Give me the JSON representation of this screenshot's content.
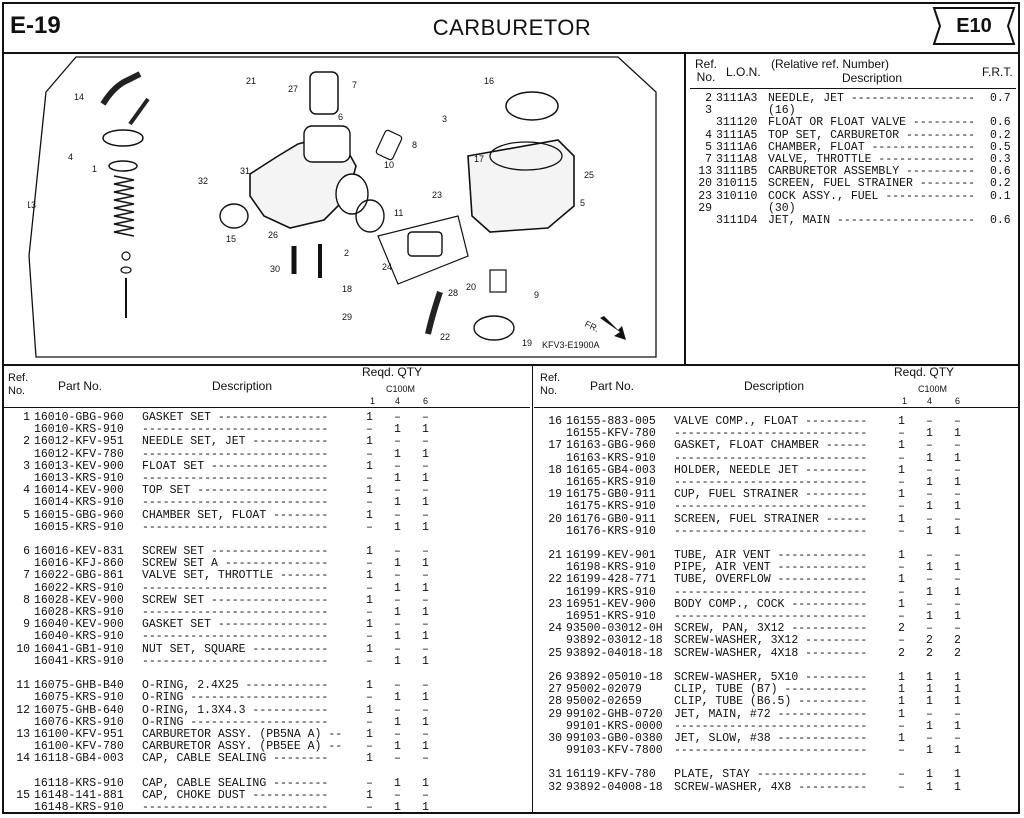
{
  "header": {
    "page_number": "E-19",
    "title": "CARBURETOR",
    "section_badge": "E10"
  },
  "ref_list": {
    "headers": {
      "ref": "Ref.\nNo.",
      "lon": "L.O.N.",
      "relative": "(Relative ref. Number)",
      "description": "Description",
      "frt": "F.R.T."
    },
    "rows": [
      {
        "ref": "2",
        "lon": "3111A3",
        "desc": "NEEDLE, JET ------------------",
        "frt": "0.7"
      },
      {
        "ref": "3",
        "lon": "",
        "desc": "(16)",
        "frt": ""
      },
      {
        "ref": "",
        "lon": "311120",
        "desc": "FLOAT OR FLOAT VALVE ---------",
        "frt": "0.6"
      },
      {
        "ref": "4",
        "lon": "3111A5",
        "desc": "TOP SET, CARBURETOR ----------",
        "frt": "0.2"
      },
      {
        "ref": "5",
        "lon": "3111A6",
        "desc": "CHAMBER, FLOAT ---------------",
        "frt": "0.5"
      },
      {
        "ref": "7",
        "lon": "3111A8",
        "desc": "VALVE, THROTTLE --------------",
        "frt": "0.3"
      },
      {
        "ref": "13",
        "lon": "3111B5",
        "desc": "CARBURETOR ASSEMBLY ----------",
        "frt": "0.6"
      },
      {
        "ref": "20",
        "lon": "310115",
        "desc": "SCREEN, FUEL STRAINER --------",
        "frt": "0.2"
      },
      {
        "ref": "23",
        "lon": "310110",
        "desc": "COCK ASSY., FUEL -------------",
        "frt": "0.1"
      },
      {
        "ref": "29",
        "lon": "",
        "desc": "(30)",
        "frt": ""
      },
      {
        "ref": "",
        "lon": "3111D4",
        "desc": "JET, MAIN --------------------",
        "frt": "0.6"
      }
    ]
  },
  "diagram": {
    "figure_code": "KFV3-E1900A",
    "fr_label": "FR.",
    "callouts": [
      "1",
      "2",
      "3",
      "4",
      "5",
      "6",
      "7",
      "8",
      "9",
      "10",
      "11",
      "13",
      "14",
      "15",
      "16",
      "17",
      "18",
      "19",
      "20",
      "21",
      "22",
      "23",
      "24",
      "25",
      "26",
      "27",
      "28",
      "29",
      "30",
      "31",
      "32"
    ]
  },
  "parts_headers": {
    "ref": "Ref.\nNo.",
    "part_no": "Part No.",
    "description": "Description",
    "reqd_qty": "Reqd. QTY",
    "model": "C100M",
    "col1": "1",
    "col4": "4",
    "col6": "6"
  },
  "parts_left": [
    {
      "ref": "1",
      "part": "16010-GBG-960",
      "desc": "GASKET SET ----------------",
      "q1": "1",
      "q4": "–",
      "q6": "–"
    },
    {
      "ref": "",
      "part": "16010-KRS-910",
      "desc": "---------------------------",
      "q1": "–",
      "q4": "1",
      "q6": "1"
    },
    {
      "ref": "2",
      "part": "16012-KFV-951",
      "desc": "NEEDLE SET, JET -----------",
      "q1": "1",
      "q4": "–",
      "q6": "–"
    },
    {
      "ref": "",
      "part": "16012-KFV-780",
      "desc": "---------------------------",
      "q1": "–",
      "q4": "1",
      "q6": "1"
    },
    {
      "ref": "3",
      "part": "16013-KEV-900",
      "desc": "FLOAT SET -----------------",
      "q1": "1",
      "q4": "–",
      "q6": "–"
    },
    {
      "ref": "",
      "part": "16013-KRS-910",
      "desc": "---------------------------",
      "q1": "–",
      "q4": "1",
      "q6": "1"
    },
    {
      "ref": "4",
      "part": "16014-KEV-900",
      "desc": "TOP SET -------------------",
      "q1": "1",
      "q4": "–",
      "q6": "–"
    },
    {
      "ref": "",
      "part": "16014-KRS-910",
      "desc": "---------------------------",
      "q1": "–",
      "q4": "1",
      "q6": "1"
    },
    {
      "ref": "5",
      "part": "16015-GBG-960",
      "desc": "CHAMBER SET, FLOAT --------",
      "q1": "1",
      "q4": "–",
      "q6": "–"
    },
    {
      "ref": "",
      "part": "16015-KRS-910",
      "desc": "---------------------------",
      "q1": "–",
      "q4": "1",
      "q6": "1"
    },
    {
      "ref": "",
      "part": "",
      "desc": "",
      "q1": "",
      "q4": "",
      "q6": ""
    },
    {
      "ref": "6",
      "part": "16016-KEV-831",
      "desc": "SCREW SET -----------------",
      "q1": "1",
      "q4": "–",
      "q6": "–"
    },
    {
      "ref": "",
      "part": "16016-KFJ-860",
      "desc": "SCREW SET A ---------------",
      "q1": "–",
      "q4": "1",
      "q6": "1"
    },
    {
      "ref": "7",
      "part": "16022-GBG-861",
      "desc": "VALVE SET, THROTTLE -------",
      "q1": "1",
      "q4": "–",
      "q6": "–"
    },
    {
      "ref": "",
      "part": "16022-KRS-910",
      "desc": "---------------------------",
      "q1": "–",
      "q4": "1",
      "q6": "1"
    },
    {
      "ref": "8",
      "part": "16028-KEV-900",
      "desc": "SCREW SET -----------------",
      "q1": "1",
      "q4": "–",
      "q6": "–"
    },
    {
      "ref": "",
      "part": "16028-KRS-910",
      "desc": "---------------------------",
      "q1": "–",
      "q4": "1",
      "q6": "1"
    },
    {
      "ref": "9",
      "part": "16040-KEV-900",
      "desc": "GASKET SET ----------------",
      "q1": "1",
      "q4": "–",
      "q6": "–"
    },
    {
      "ref": "",
      "part": "16040-KRS-910",
      "desc": "---------------------------",
      "q1": "–",
      "q4": "1",
      "q6": "1"
    },
    {
      "ref": "10",
      "part": "16041-GB1-910",
      "desc": "NUT SET, SQUARE -----------",
      "q1": "1",
      "q4": "–",
      "q6": "–"
    },
    {
      "ref": "",
      "part": "16041-KRS-910",
      "desc": "---------------------------",
      "q1": "–",
      "q4": "1",
      "q6": "1"
    },
    {
      "ref": "",
      "part": "",
      "desc": "",
      "q1": "",
      "q4": "",
      "q6": ""
    },
    {
      "ref": "11",
      "part": "16075-GHB-B40",
      "desc": "O-RING, 2.4X25 ------------",
      "q1": "1",
      "q4": "–",
      "q6": "–"
    },
    {
      "ref": "",
      "part": "16075-KRS-910",
      "desc": "O-RING --------------------",
      "q1": "–",
      "q4": "1",
      "q6": "1"
    },
    {
      "ref": "12",
      "part": "16075-GHB-640",
      "desc": "O-RING, 1.3X4.3 -----------",
      "q1": "1",
      "q4": "–",
      "q6": "–"
    },
    {
      "ref": "",
      "part": "16076-KRS-910",
      "desc": "O-RING --------------------",
      "q1": "–",
      "q4": "1",
      "q6": "1"
    },
    {
      "ref": "13",
      "part": "16100-KFV-951",
      "desc": "CARBURETOR ASSY. (PB5NA A) --",
      "q1": "1",
      "q4": "–",
      "q6": "–"
    },
    {
      "ref": "",
      "part": "16100-KFV-780",
      "desc": "CARBURETOR ASSY. (PB5EE A) --",
      "q1": "–",
      "q4": "1",
      "q6": "1"
    },
    {
      "ref": "14",
      "part": "16118-GB4-003",
      "desc": "CAP, CABLE SEALING --------",
      "q1": "1",
      "q4": "–",
      "q6": "–"
    },
    {
      "ref": "",
      "part": "",
      "desc": "",
      "q1": "",
      "q4": "",
      "q6": ""
    },
    {
      "ref": "",
      "part": "16118-KRS-910",
      "desc": "CAP, CABLE SEALING --------",
      "q1": "–",
      "q4": "1",
      "q6": "1"
    },
    {
      "ref": "15",
      "part": "16148-141-881",
      "desc": "CAP, CHOKE DUST -----------",
      "q1": "1",
      "q4": "–",
      "q6": "–"
    },
    {
      "ref": "",
      "part": "16148-KRS-910",
      "desc": "---------------------------",
      "q1": "–",
      "q4": "1",
      "q6": "1"
    }
  ],
  "parts_right": [
    {
      "ref": "16",
      "part": "16155-883-005",
      "desc": "VALVE COMP., FLOAT ---------",
      "q1": "1",
      "q4": "–",
      "q6": "–"
    },
    {
      "ref": "",
      "part": "16155-KFV-780",
      "desc": "----------------------------",
      "q1": "–",
      "q4": "1",
      "q6": "1"
    },
    {
      "ref": "17",
      "part": "16163-GBG-960",
      "desc": "GASKET, FLOAT CHAMBER ------",
      "q1": "1",
      "q4": "–",
      "q6": "–"
    },
    {
      "ref": "",
      "part": "16163-KRS-910",
      "desc": "----------------------------",
      "q1": "–",
      "q4": "1",
      "q6": "1"
    },
    {
      "ref": "18",
      "part": "16165-GB4-003",
      "desc": "HOLDER, NEEDLE JET ---------",
      "q1": "1",
      "q4": "–",
      "q6": "–"
    },
    {
      "ref": "",
      "part": "16165-KRS-910",
      "desc": "----------------------------",
      "q1": "–",
      "q4": "1",
      "q6": "1"
    },
    {
      "ref": "19",
      "part": "16175-GB0-911",
      "desc": "CUP, FUEL STRAINER ---------",
      "q1": "1",
      "q4": "–",
      "q6": "–"
    },
    {
      "ref": "",
      "part": "16175-KRS-910",
      "desc": "----------------------------",
      "q1": "–",
      "q4": "1",
      "q6": "1"
    },
    {
      "ref": "20",
      "part": "16176-GB0-911",
      "desc": "SCREEN, FUEL STRAINER ------",
      "q1": "1",
      "q4": "–",
      "q6": "–"
    },
    {
      "ref": "",
      "part": "16176-KRS-910",
      "desc": "----------------------------",
      "q1": "–",
      "q4": "1",
      "q6": "1"
    },
    {
      "ref": "",
      "part": "",
      "desc": "",
      "q1": "",
      "q4": "",
      "q6": ""
    },
    {
      "ref": "21",
      "part": "16199-KEV-901",
      "desc": "TUBE, AIR VENT -------------",
      "q1": "1",
      "q4": "–",
      "q6": "–"
    },
    {
      "ref": "",
      "part": "16198-KRS-910",
      "desc": "PIPE, AIR VENT -------------",
      "q1": "–",
      "q4": "1",
      "q6": "1"
    },
    {
      "ref": "22",
      "part": "16199-428-771",
      "desc": "TUBE, OVERFLOW -------------",
      "q1": "1",
      "q4": "–",
      "q6": "–"
    },
    {
      "ref": "",
      "part": "16199-KRS-910",
      "desc": "----------------------------",
      "q1": "–",
      "q4": "1",
      "q6": "1"
    },
    {
      "ref": "23",
      "part": "16951-KEV-900",
      "desc": "BODY COMP., COCK -----------",
      "q1": "1",
      "q4": "–",
      "q6": "–"
    },
    {
      "ref": "",
      "part": "16951-KRS-910",
      "desc": "----------------------------",
      "q1": "–",
      "q4": "1",
      "q6": "1"
    },
    {
      "ref": "24",
      "part": "93500-03012-0H",
      "desc": "SCREW, PAN, 3X12 -----------",
      "q1": "2",
      "q4": "–",
      "q6": "–"
    },
    {
      "ref": "",
      "part": "93892-03012-18",
      "desc": "SCREW-WASHER, 3X12 ---------",
      "q1": "–",
      "q4": "2",
      "q6": "2"
    },
    {
      "ref": "25",
      "part": "93892-04018-18",
      "desc": "SCREW-WASHER, 4X18 ---------",
      "q1": "2",
      "q4": "2",
      "q6": "2"
    },
    {
      "ref": "",
      "part": "",
      "desc": "",
      "q1": "",
      "q4": "",
      "q6": ""
    },
    {
      "ref": "26",
      "part": "93892-05010-18",
      "desc": "SCREW-WASHER, 5X10 ---------",
      "q1": "1",
      "q4": "1",
      "q6": "1"
    },
    {
      "ref": "27",
      "part": "95002-02079",
      "desc": "CLIP, TUBE (B7) ------------",
      "q1": "1",
      "q4": "1",
      "q6": "1"
    },
    {
      "ref": "28",
      "part": "95002-02659",
      "desc": "CLIP, TUBE (B6.5) ----------",
      "q1": "1",
      "q4": "1",
      "q6": "1"
    },
    {
      "ref": "29",
      "part": "99102-GHB-0720",
      "desc": "JET, MAIN, #72 -------------",
      "q1": "1",
      "q4": "–",
      "q6": "–"
    },
    {
      "ref": "",
      "part": "99101-KRS-0000",
      "desc": "----------------------------",
      "q1": "–",
      "q4": "1",
      "q6": "1"
    },
    {
      "ref": "30",
      "part": "99103-GB0-0380",
      "desc": "JET, SLOW, #38 -------------",
      "q1": "1",
      "q4": "–",
      "q6": "–"
    },
    {
      "ref": "",
      "part": "99103-KFV-7800",
      "desc": "----------------------------",
      "q1": "–",
      "q4": "1",
      "q6": "1"
    },
    {
      "ref": "",
      "part": "",
      "desc": "",
      "q1": "",
      "q4": "",
      "q6": ""
    },
    {
      "ref": "31",
      "part": "16119-KFV-780",
      "desc": "PLATE, STAY ----------------",
      "q1": "–",
      "q4": "1",
      "q6": "1"
    },
    {
      "ref": "32",
      "part": "93892-04008-18",
      "desc": "SCREW-WASHER, 4X8 ----------",
      "q1": "–",
      "q4": "1",
      "q6": "1"
    }
  ]
}
